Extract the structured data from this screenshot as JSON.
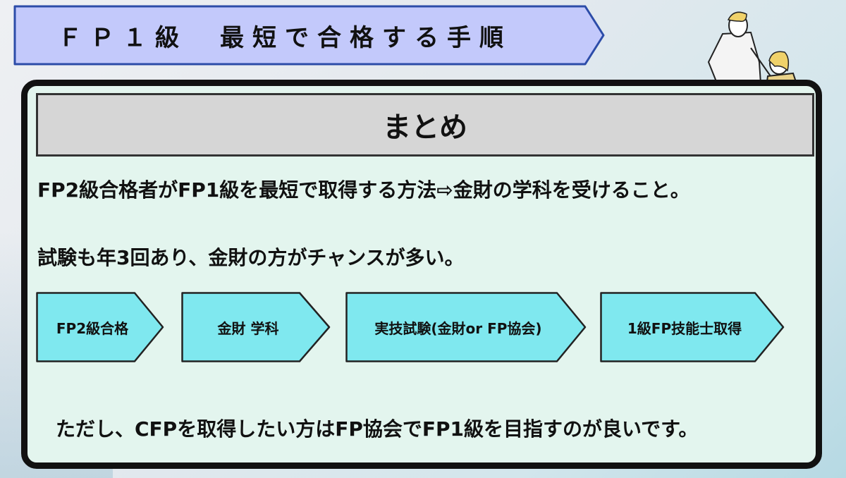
{
  "title": "ＦＰ１級　最短で合格する手順",
  "summary_header": "まとめ",
  "lines": [
    "FP2級合格者がFP1級を最短で取得する方法⇨金財の学科を受けること。",
    "試験も年3回あり、金財の方がチャンスが多い。",
    "ただし、CFPを取得したい方はFP協会でFP1級を目指すのが良いです。"
  ],
  "steps": [
    {
      "label": "FP2級合格"
    },
    {
      "label": "金財 学科"
    },
    {
      "label": "実技試験(金財or FP協会)"
    },
    {
      "label": "1級FP技能士取得"
    }
  ],
  "colors": {
    "title_banner": "#c3c9fb",
    "title_border": "#2c4ca8",
    "panel_bg": "#e3f5ee",
    "header_bg": "#d6d6d6",
    "step_fill": "#7fe8ef"
  },
  "icons": {
    "illustration": "teacher-student-illustration"
  }
}
